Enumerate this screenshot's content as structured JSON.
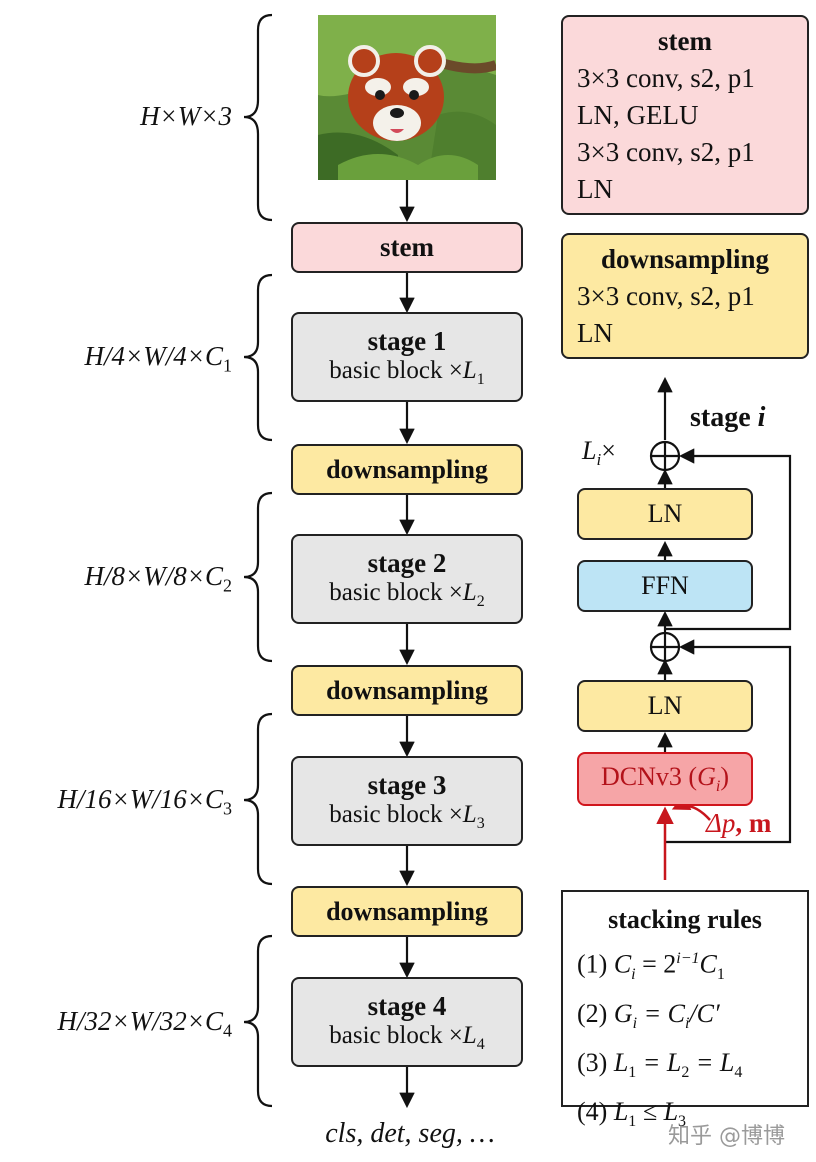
{
  "input": {
    "shape_label": "H×W×3",
    "image_desc": "red-panda-photo"
  },
  "pipeline": {
    "stem_label": "stem",
    "stages": [
      {
        "title": "stage 1",
        "block_text": "basic block ×",
        "L_sub": "L",
        "idx": "1",
        "shape": "H/4×W/4×C",
        "shape_sub": "1"
      },
      {
        "title": "stage 2",
        "block_text": "basic block ×",
        "L_sub": "L",
        "idx": "2",
        "shape": "H/8×W/8×C",
        "shape_sub": "2"
      },
      {
        "title": "stage 3",
        "block_text": "basic block ×",
        "L_sub": "L",
        "idx": "3",
        "shape": "H/16×W/16×C",
        "shape_sub": "3"
      },
      {
        "title": "stage 4",
        "block_text": "basic block ×",
        "L_sub": "L",
        "idx": "4",
        "shape": "H/32×W/32×C",
        "shape_sub": "4"
      }
    ],
    "downsampling_label": "downsampling",
    "output_text": "cls, det, seg, …"
  },
  "stem_info": {
    "title": "stem",
    "lines": [
      "3×3 conv, s2, p1",
      "LN, GELU",
      "3×3 conv, s2, p1",
      "LN"
    ]
  },
  "downsampling_info": {
    "title": "downsampling",
    "lines": [
      "3×3 conv, s2, p1",
      "LN"
    ]
  },
  "stage_detail": {
    "title": "stage",
    "title_var": "i",
    "repeat_L": "L",
    "repeat_sub": "i",
    "repeat_suffix": "×",
    "ln_top": "LN",
    "ffn": "FFN",
    "ln_bottom": "LN",
    "dcn": "DCNv3 (",
    "dcn_G": "G",
    "dcn_sub": "i",
    "dcn_close": ")",
    "offset_label": "Δp",
    "mask_label": ", m"
  },
  "stacking_rules": {
    "title": "stacking rules",
    "rules": [
      {
        "num": "(1)",
        "lhs": "C",
        "lhs_sub": "i",
        "rhs": " = 2",
        "rhs_sup": "i−1",
        "rhs2": "C",
        "rhs2_sub": "1"
      },
      {
        "num": "(2)",
        "lhs": "G",
        "lhs_sub": "i",
        "rhs": " = C",
        "rhs_sub": "i",
        "rhs2": "/C′"
      },
      {
        "num": "(3)",
        "text": "L",
        "a": "1",
        "b": " = L",
        "c": "2",
        "d": " = L",
        "e": "4"
      },
      {
        "num": "(4)",
        "text": "L",
        "a": "1",
        "b": " ≤ L",
        "c": "3"
      }
    ]
  },
  "watermark": "知乎 @博博",
  "colors": {
    "stem": "#fbd9da",
    "downsampling": "#fde9a2",
    "stage": "#e6e6e6",
    "ffn": "#bde4f5",
    "dcn": "#f6a5a7",
    "dcn_border": "#d0161d"
  }
}
